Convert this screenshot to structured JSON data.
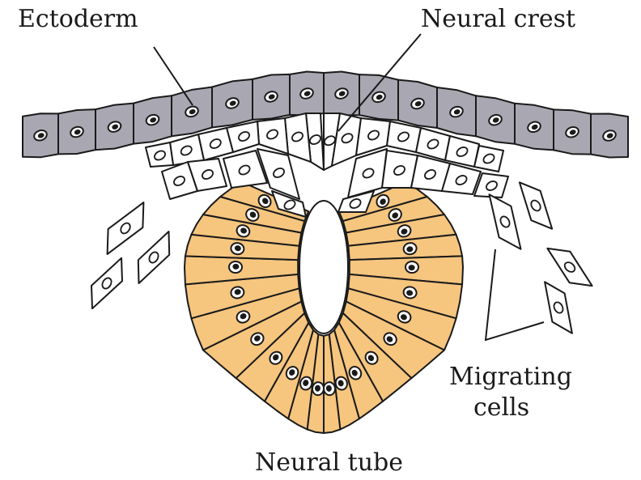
{
  "labels": {
    "ectoderm": "Ectoderm",
    "neural_crest": "Neural crest",
    "migrating_line1": "Migrating",
    "migrating_line2": "cells",
    "neural_tube": "Neural tube"
  },
  "colors": {
    "ectoderm_fill": "#a9a7b1",
    "neural_tube_fill": "#f6c57e",
    "crest_fill": "#ffffff",
    "outline": "#1a1a1a"
  }
}
